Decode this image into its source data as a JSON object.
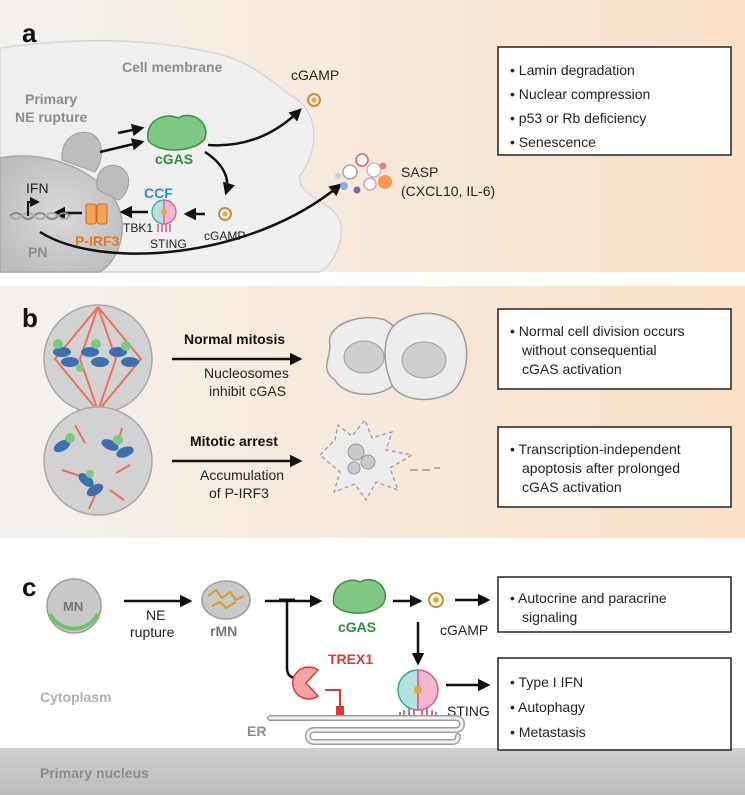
{
  "panel_a": {
    "letter": "a",
    "cell_membrane": "Cell membrane",
    "primary_ne_rupture": [
      "Primary",
      "NE rupture"
    ],
    "cgas": "cGAS",
    "cgamp_top": "cGAMP",
    "cgamp_bottom": "cGAMP",
    "ccf": "CCF",
    "tbk1": "TBK1",
    "sting": "STING",
    "ifn": "IFN",
    "p_irf3": "P-IRF3",
    "pn": "PN",
    "sasp": [
      "SASP",
      "(CXCL10, IL-6)"
    ],
    "box_items": [
      "Lamin degradation",
      "Nuclear compression",
      "p53 or Rb deficiency",
      "Senescence"
    ]
  },
  "panel_b": {
    "letter": "b",
    "row1": {
      "title": "Normal mitosis",
      "subtitle": [
        "Nucleosomes",
        "inhibit cGAS"
      ],
      "box_lines": [
        "Normal cell division occurs",
        "without consequential",
        "cGAS activation"
      ]
    },
    "row2": {
      "title": "Mitotic arrest",
      "subtitle": [
        "Accumulation",
        "of P-IRF3"
      ],
      "box_lines": [
        "Transcription-independent",
        "apoptosis after prolonged",
        "cGAS activation"
      ]
    }
  },
  "panel_c": {
    "letter": "c",
    "mn": "MN",
    "ne_rupture": [
      "NE",
      "rupture"
    ],
    "rmn": "rMN",
    "cgas": "cGAS",
    "cgamp": "cGAMP",
    "trex1": "TREX1",
    "sting": "STING",
    "er": "ER",
    "cytoplasm": "Cytoplasm",
    "primary_nucleus": "Primary nucleus",
    "box1_lines": [
      "Autocrine and paracrine",
      "signaling"
    ],
    "box2_items": [
      "Type I IFN",
      "Autophagy",
      "Metastasis"
    ]
  },
  "colors": {
    "panel_bg_start": "#f4f1ec",
    "panel_bg_end": "#fbe3cc",
    "cgas_green": "#2e8b3e",
    "ccf_blue": "#2a8fcf",
    "p_irf3_orange": "#e07a1f",
    "trex1_red": "#d83a3a",
    "nucleus_gray": "#c8c8c8"
  }
}
